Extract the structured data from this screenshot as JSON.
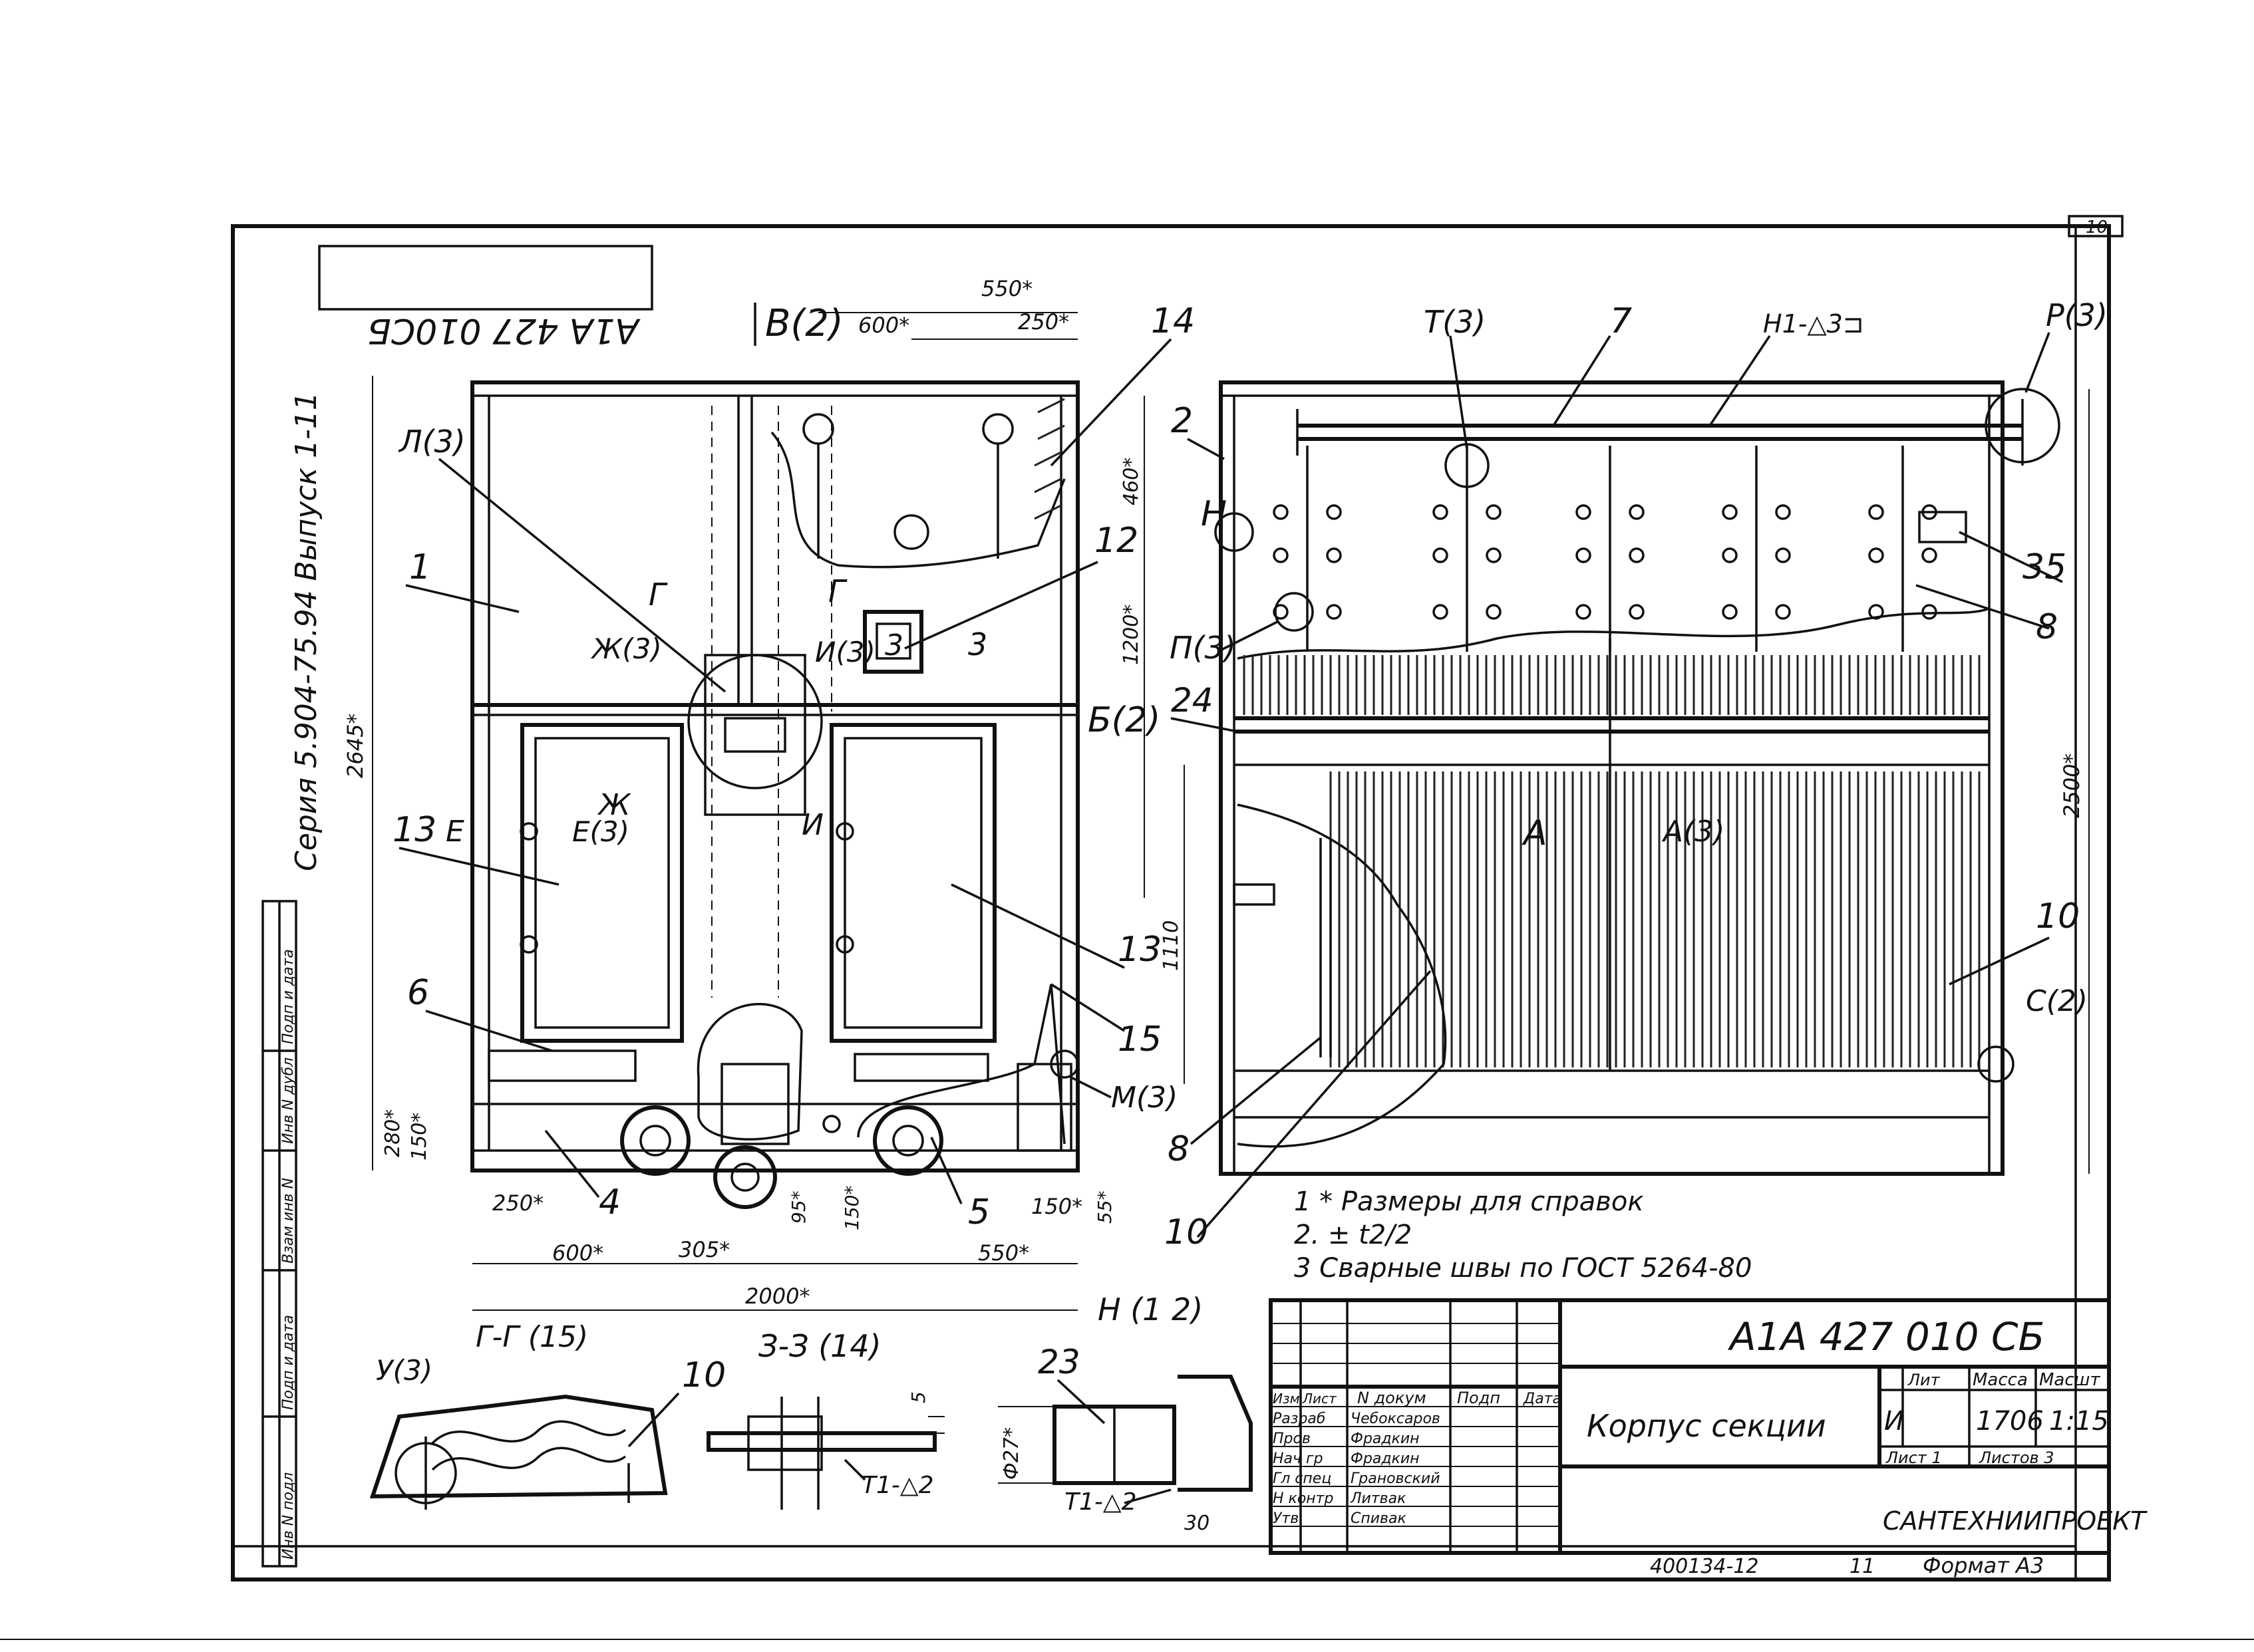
{
  "sheet_number": "10",
  "designation_mirrored": "А1А 427 010СБ",
  "series_text": "Серия 5.904-75.94 Выпуск 1-11",
  "views": {
    "left": {
      "leaders": {
        "item_1": "1",
        "item_4": "4",
        "item_5": "5",
        "item_6": "6",
        "item_12": "12",
        "item_13a": "13",
        "item_13b": "13",
        "item_14": "14",
        "item_15": "15"
      },
      "section_marks": {
        "v2": "В(2)",
        "l3": "Л(3)",
        "g": "Г",
        "g2": "Г",
        "zh3": "Ж(3)",
        "i3": "И(3)",
        "z": "3",
        "z3": "3",
        "zh": "Ж",
        "e": "Е",
        "e3": "Е(3)",
        "i": "И",
        "b2": "Б(2)",
        "m3": "М(3)",
        "n12": "Н (1 2)"
      },
      "dims": {
        "d550_top": "550*",
        "d600_top": "600*",
        "d250_top": "250*",
        "d2645": "2645*",
        "d280": "280*",
        "d150_left": "150*",
        "d250_bottom": "250*",
        "d600_bottom": "600*",
        "d305": "305*",
        "d95": "95*",
        "d150_mid": "150*",
        "d550_bottom": "550*",
        "d150_right": "150*",
        "d55": "55*",
        "d2000": "2000*",
        "d460": "460*",
        "d1200": "1200*",
        "d1110": "1110"
      }
    },
    "right": {
      "leaders": {
        "item_2": "2",
        "item_7": "7",
        "item_8a": "8",
        "item_8b": "8",
        "item_10a": "10",
        "item_10b": "10",
        "item_24": "24",
        "item_35": "35"
      },
      "section_marks": {
        "t3": "Т(3)",
        "n1": "Н1-△3⊐",
        "p3": "Р(3)",
        "n": "Н",
        "p3b": "П(3)",
        "a": "А",
        "a3": "А(3)",
        "c2": "С(2)"
      },
      "dims": {
        "d2500": "2500*"
      }
    }
  },
  "notes": [
    "1 * Размеры для справок",
    "2. ± t2/2",
    "3 Сварные швы по ГОСТ 5264-80"
  ],
  "sections": {
    "g_g": "Г-Г (15)",
    "z_z": "З-З (14)",
    "u3": "У(3)",
    "item_10": "10",
    "item_23": "23",
    "dia27": "Ф27*",
    "dim5": "5",
    "dim30": "30",
    "t1_a": "Т1-△2",
    "t1_b": "Т1-△2"
  },
  "title_block": {
    "designation": "А1А 427 010 СБ",
    "name": "Корпус секции",
    "col_headers": [
      "Изм",
      "Лист",
      "N докум",
      "Подп",
      "Дата"
    ],
    "roles": [
      {
        "role": "Разраб",
        "name": "Чебоксаров"
      },
      {
        "role": "Пров",
        "name": "Фрадкин"
      },
      {
        "role": "Нач гр",
        "name": "Фрадкин"
      },
      {
        "role": "Гл спец",
        "name": "Грановский"
      },
      {
        "role": "Н контр",
        "name": "Литвак"
      },
      {
        "role": "Утв",
        "name": "Спивак"
      }
    ],
    "lit_label": "Лит",
    "mass_label": "Масса",
    "scale_label": "Масшт",
    "lit_value": "И",
    "mass_value": "1706",
    "scale_value": "1:15",
    "sheet_label": "Лист 1",
    "sheets_label": "Листов 3",
    "organization": "САНТЕХНИИПРОЕКТ"
  },
  "side_stamp": [
    "Инв N подл",
    "Подп и дата",
    "Взам инв N",
    "Инв N дубл",
    "Подп и дата"
  ],
  "footer": {
    "archive_number": "400134-12",
    "sheet": "11",
    "format": "Формат А3"
  }
}
